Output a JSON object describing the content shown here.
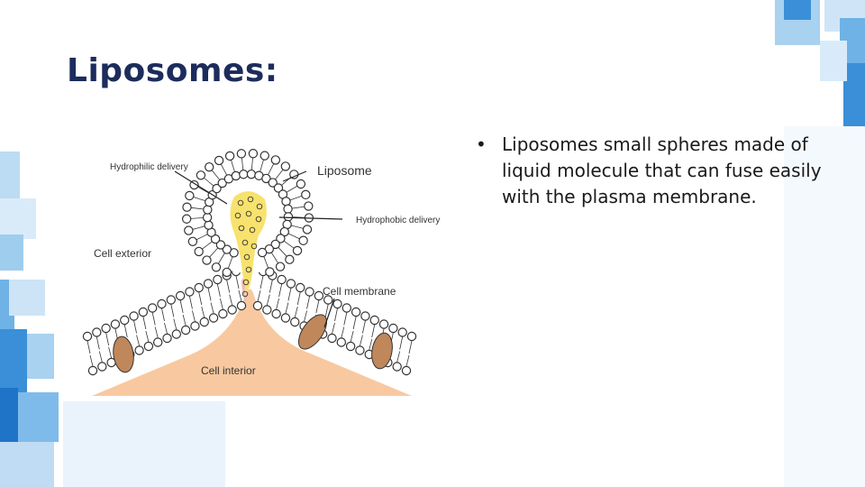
{
  "slide": {
    "title": "Liposomes:",
    "bullets": [
      {
        "marker": "•",
        "text": "Liposomes small spheres made of liquid molecule that can fuse easily with the plasma membrane."
      }
    ]
  },
  "figure": {
    "labels": {
      "hydrophilic_delivery": "Hydrophilic delivery",
      "liposome": "Liposome",
      "hydrophobic_delivery": "Hydrophobic delivery",
      "cell_exterior": "Cell exterior",
      "cell_membrane": "Cell membrane",
      "cell_interior": "Cell interior"
    }
  },
  "colors": {
    "title": "#1c2c5c",
    "accent_blue": "#3a8fd8",
    "light_blue": "#cfe5f7",
    "cell_interior": "#f8c9a0",
    "hydrophilic_core": "#f7dd55",
    "protein": "#c0875a"
  }
}
